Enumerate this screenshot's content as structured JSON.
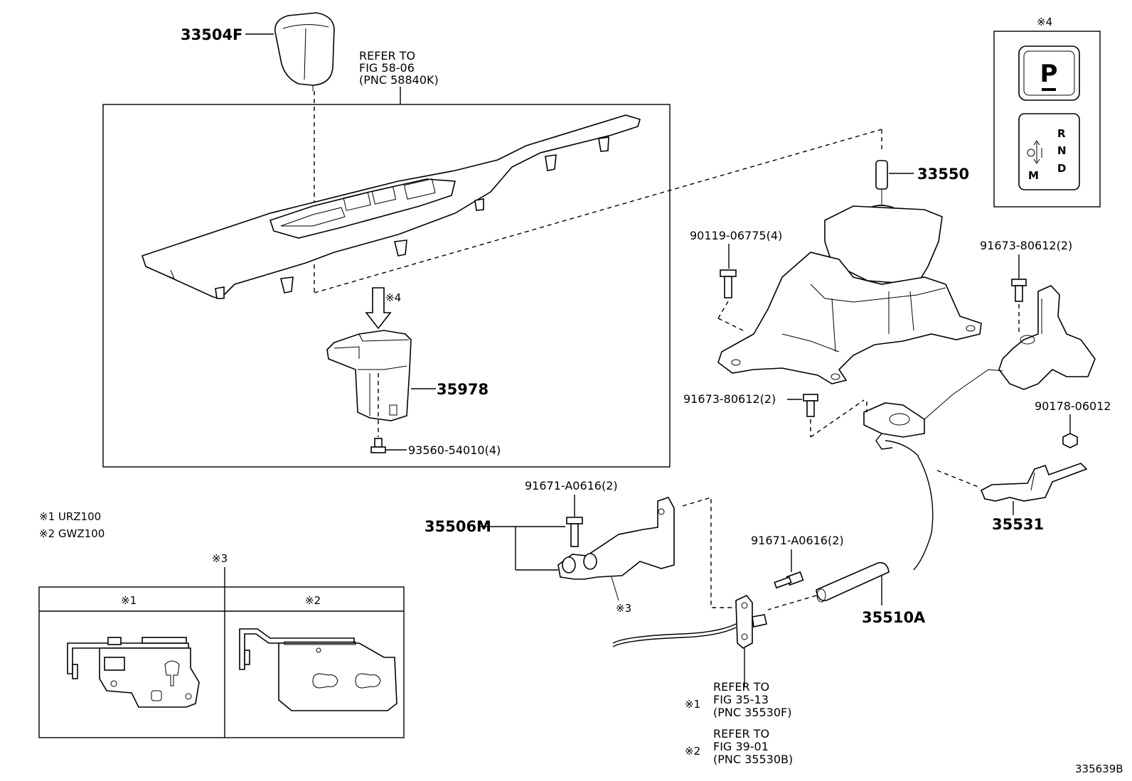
{
  "callouts": {
    "knob": "33504F",
    "refer_58": [
      "REFER TO",
      "FIG 58-06",
      "(PNC 58840K)"
    ],
    "shifter": "33550",
    "switch": "35978",
    "screw_93560": "93560-54010(4)",
    "bolt_90119": "90119-06775(4)",
    "bolt_91673_right": "91673-80612(2)",
    "bolt_91673_mid": "91673-80612(2)",
    "nut_90178": "90178-06012",
    "bracket_35531": "35531",
    "bolt_91671_top": "91671-A0616(2)",
    "bolt_91671_mid": "91671-A0616(2)",
    "bracket_35506M": "35506M",
    "cable_35510A": "35510A",
    "bracket_note": "※3",
    "switch_note": "※4"
  },
  "refer_35_13": {
    "mark": "※1",
    "lines": [
      "REFER TO",
      "FIG 35-13",
      "(PNC 35530F)"
    ]
  },
  "refer_39_01": {
    "mark": "※2",
    "lines": [
      "REFER TO",
      "FIG 39-01",
      "(PNC 35530B)"
    ]
  },
  "legend": {
    "note1": "※1 URZ100",
    "note2": "※2 GWZ100"
  },
  "variant_table": {
    "title": "※3",
    "col1": "※1",
    "col2": "※2"
  },
  "switch_inset": {
    "title": "※4",
    "p_button": "P",
    "gear_r": "R",
    "gear_n": "N",
    "gear_d": "D",
    "gear_m": "M"
  },
  "figure_id": "335639B"
}
